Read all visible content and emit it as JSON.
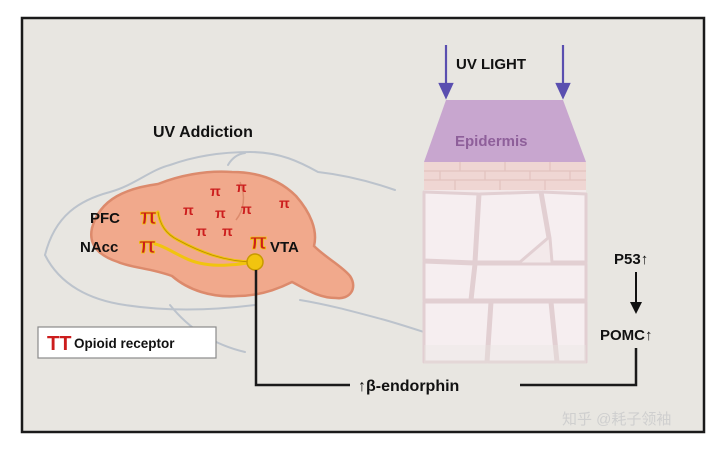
{
  "title": "UV Addiction",
  "uv_label": "UV LIGHT",
  "epidermis_label": "Epidermis",
  "brain_labels": {
    "pfc": "PFC",
    "nacc": "NAcc",
    "vta": "VTA"
  },
  "receptor_symbol": "π",
  "legend_symbol": "TT",
  "legend_label": "Opioid receptor",
  "pathway": {
    "p53": "P53↑",
    "pomc": "POMC↑",
    "endorphin": "↑β-endorphin"
  },
  "watermark": "知乎 @耗子领袖",
  "colors": {
    "background": "#e8e6e1",
    "frame": "#1a1a1a",
    "brain_fill": "#f1a98c",
    "brain_stroke": "#dc8a6c",
    "head_stroke": "#bcc3cc",
    "receptor": "#cc1d1d",
    "neuron": "#f1c40f",
    "uv_arrow": "#5a4fb0",
    "epidermis": "#c8a6cf",
    "skin_fill": "#f3e9ea",
    "skin_stroke": "#e2cfd2",
    "skin_band": "#efd6d3"
  }
}
